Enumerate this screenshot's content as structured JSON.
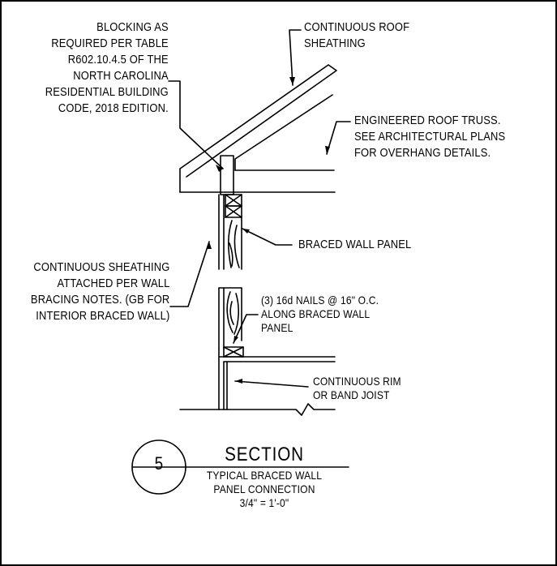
{
  "notes": {
    "blocking": [
      "BLOCKING AS",
      "REQUIRED PER TABLE",
      "R602.10.4.5 OF THE",
      "NORTH CAROLINA",
      "RESIDENTIAL BUILDING",
      "CODE, 2018 EDITION."
    ],
    "roof_sheathing": [
      "CONTINUOUS ROOF",
      "SHEATHING"
    ],
    "truss": [
      "ENGINEERED ROOF TRUSS.",
      "SEE ARCHITECTURAL PLANS",
      "FOR OVERHANG DETAILS."
    ],
    "braced_wall_panel": "BRACED WALL PANEL",
    "wall_sheathing": [
      "CONTINUOUS SHEATHING",
      "ATTACHED PER WALL",
      "BRACING NOTES. (GB FOR",
      "INTERIOR BRACED WALL)"
    ],
    "nails": [
      "(3) 16d NAILS @ 16\" O.C.",
      "ALONG BRACED WALL",
      "PANEL"
    ],
    "rim_joist": [
      "CONTINUOUS RIM",
      "OR BAND JOIST"
    ]
  },
  "section_tag": {
    "number": "5",
    "title": "SECTION",
    "description": [
      "TYPICAL BRACED WALL",
      "PANEL CONNECTION"
    ],
    "scale": "3/4\" = 1'-0\""
  }
}
